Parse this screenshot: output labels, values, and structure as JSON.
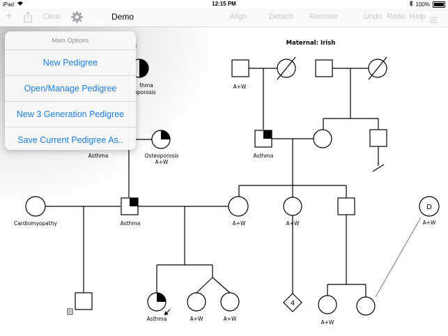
{
  "status": {
    "device": "iPad",
    "time": "12:15 PM",
    "battery": "100%"
  },
  "toolbar": {
    "clear_label": "Clear",
    "title": "Demo",
    "align_label": "Align",
    "detach_label": "Detach",
    "remove_label": "Remove",
    "undo_label": "Undo",
    "redo_label": "Redo",
    "help_label": "Help"
  },
  "menu": {
    "header": "Main Options",
    "items": [
      {
        "label": "New Pedigree"
      },
      {
        "label": "Open/Manage Pedigree"
      },
      {
        "label": "New 3 Generation Pedigree"
      },
      {
        "label": "Save Current Pedigree As.."
      }
    ]
  },
  "pedigree": {
    "paternal_header_fragment": "h",
    "maternal_header": "Maternal: Irish",
    "labels": {
      "pat_gm_l1": "thma",
      "pat_gm_l2": "oporosis",
      "pat_aunt_left": "Asthma",
      "pat_aunt_right_l1": "Osteoporosis",
      "pat_aunt_right_l2": "A+W",
      "mat_gf": "A+W",
      "mat_mother_father": "Asthma",
      "cardio": "Cardiomyopathy",
      "father": "Asthma",
      "mother": "A+W",
      "mother_sibling": "A+W",
      "proband": "Asthma",
      "sib1": "A+W",
      "sib2": "A+W",
      "cousin": "A+W",
      "donor": "A+W",
      "diamond_count": "4",
      "donor_letter": "D"
    }
  }
}
